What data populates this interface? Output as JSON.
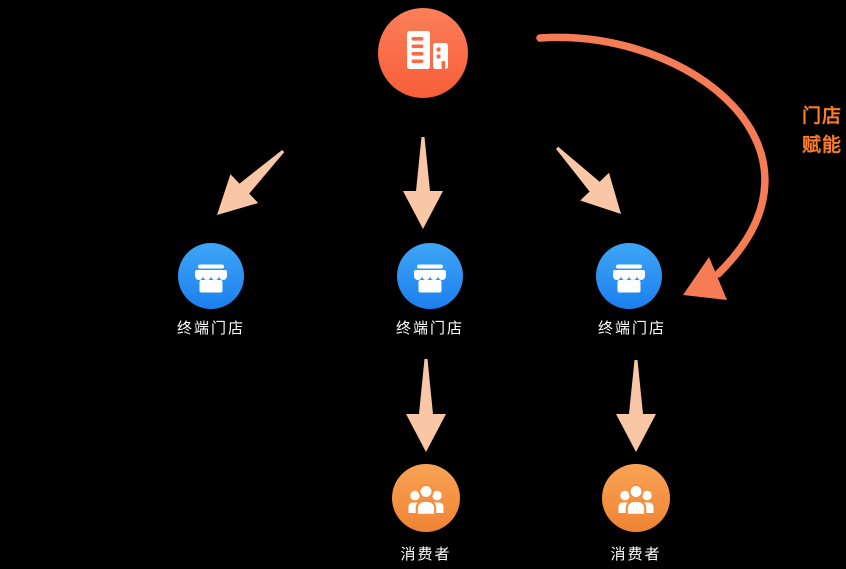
{
  "colors": {
    "background": "#000000",
    "company-top": "#FB7F59",
    "company-bottom": "#F85E39",
    "store-top": "#3EA6F6",
    "store-bottom": "#1C7FEE",
    "consumer-top": "#F9A355",
    "consumer-bottom": "#F08334",
    "flow-arrow": "#F9C7A6",
    "empower-arrow": "#F67C55",
    "annotation-text": "#FA7B28",
    "label-text": "#FFFFFF",
    "icon-cutout": "#FA6A44"
  },
  "company": {
    "icon": "building-icon"
  },
  "stores": [
    {
      "label": "终端门店",
      "icon": "storefront-icon"
    },
    {
      "label": "终端门店",
      "icon": "storefront-icon"
    },
    {
      "label": "终端门店",
      "icon": "storefront-icon"
    }
  ],
  "consumers": [
    {
      "label": "消费者",
      "icon": "people-group-icon"
    },
    {
      "label": "消费者",
      "icon": "people-group-icon"
    }
  ],
  "annotation": {
    "line1": "门店",
    "line2": "赋能",
    "text": "门店赋能"
  },
  "edges": [
    {
      "from": "company",
      "to": "store-1"
    },
    {
      "from": "company",
      "to": "store-2"
    },
    {
      "from": "company",
      "to": "store-3"
    },
    {
      "from": "store-2",
      "to": "consumer-1"
    },
    {
      "from": "store-3",
      "to": "consumer-2"
    },
    {
      "from": "company",
      "to": "store-3",
      "label": "门店赋能",
      "style": "curved"
    }
  ]
}
